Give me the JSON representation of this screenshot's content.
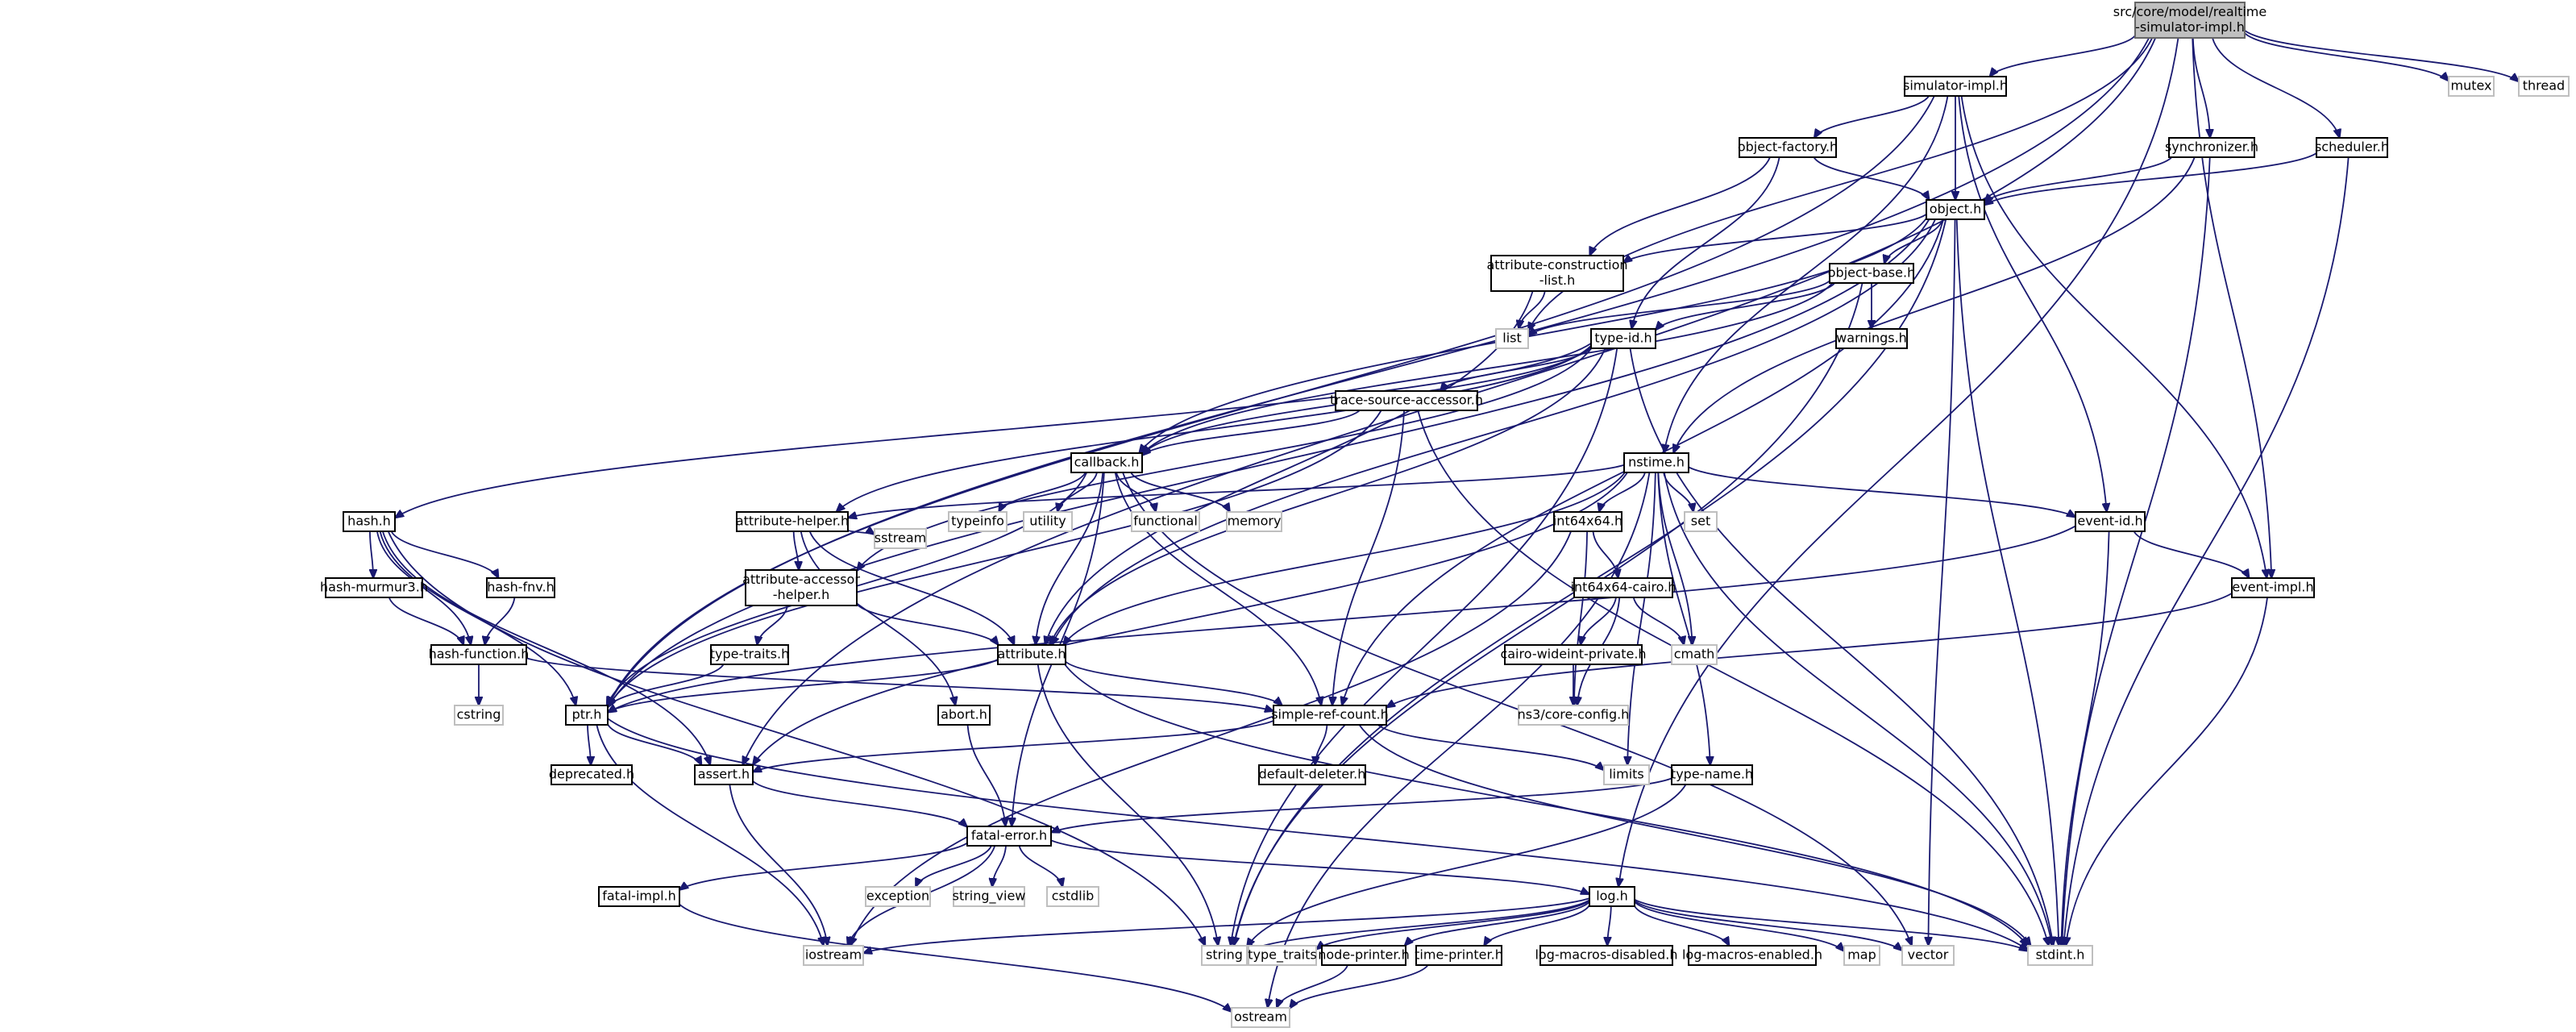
{
  "nodes": [
    {
      "id": "root",
      "lines": [
        "src/core/model/realtime",
        "-simulator-impl.h"
      ],
      "kind": "root"
    },
    {
      "id": "simimpl",
      "lines": [
        "simulator-impl.h"
      ],
      "kind": "local"
    },
    {
      "id": "synchronizer",
      "lines": [
        "synchronizer.h"
      ],
      "kind": "local"
    },
    {
      "id": "scheduler",
      "lines": [
        "scheduler.h"
      ],
      "kind": "local"
    },
    {
      "id": "mutex",
      "lines": [
        "mutex"
      ],
      "kind": "sys"
    },
    {
      "id": "thread",
      "lines": [
        "thread"
      ],
      "kind": "sys"
    },
    {
      "id": "objfactory",
      "lines": [
        "object-factory.h"
      ],
      "kind": "local"
    },
    {
      "id": "object",
      "lines": [
        "object.h"
      ],
      "kind": "local"
    },
    {
      "id": "attrconst",
      "lines": [
        "attribute-construction",
        "-list.h"
      ],
      "kind": "local"
    },
    {
      "id": "objbase",
      "lines": [
        "object-base.h"
      ],
      "kind": "local"
    },
    {
      "id": "list",
      "lines": [
        "list"
      ],
      "kind": "sys"
    },
    {
      "id": "warnings",
      "lines": [
        "warnings.h"
      ],
      "kind": "local"
    },
    {
      "id": "typeid",
      "lines": [
        "type-id.h"
      ],
      "kind": "local"
    },
    {
      "id": "trace",
      "lines": [
        "trace-source-accessor.h"
      ],
      "kind": "local"
    },
    {
      "id": "callback",
      "lines": [
        "callback.h"
      ],
      "kind": "local"
    },
    {
      "id": "nstime",
      "lines": [
        "nstime.h"
      ],
      "kind": "local"
    },
    {
      "id": "typeinfo",
      "lines": [
        "typeinfo"
      ],
      "kind": "sys"
    },
    {
      "id": "utility",
      "lines": [
        "utility"
      ],
      "kind": "sys"
    },
    {
      "id": "functional",
      "lines": [
        "functional"
      ],
      "kind": "sys"
    },
    {
      "id": "memory",
      "lines": [
        "memory"
      ],
      "kind": "sys"
    },
    {
      "id": "hash",
      "lines": [
        "hash.h"
      ],
      "kind": "local"
    },
    {
      "id": "attrhelper",
      "lines": [
        "attribute-helper.h"
      ],
      "kind": "local"
    },
    {
      "id": "sstream",
      "lines": [
        "sstream"
      ],
      "kind": "sys"
    },
    {
      "id": "int64",
      "lines": [
        "int64x64.h"
      ],
      "kind": "local"
    },
    {
      "id": "set",
      "lines": [
        "set"
      ],
      "kind": "sys"
    },
    {
      "id": "eventid",
      "lines": [
        "event-id.h"
      ],
      "kind": "local"
    },
    {
      "id": "eventimpl",
      "lines": [
        "event-impl.h"
      ],
      "kind": "local"
    },
    {
      "id": "murmur",
      "lines": [
        "hash-murmur3.h"
      ],
      "kind": "local"
    },
    {
      "id": "fnv",
      "lines": [
        "hash-fnv.h"
      ],
      "kind": "local"
    },
    {
      "id": "attraccessor",
      "lines": [
        "attribute-accessor",
        "-helper.h"
      ],
      "kind": "local"
    },
    {
      "id": "int64cairo",
      "lines": [
        "int64x64-cairo.h"
      ],
      "kind": "local"
    },
    {
      "id": "hashfunc",
      "lines": [
        "hash-function.h"
      ],
      "kind": "local"
    },
    {
      "id": "typetraitsh",
      "lines": [
        "type-traits.h"
      ],
      "kind": "local"
    },
    {
      "id": "attribute",
      "lines": [
        "attribute.h"
      ],
      "kind": "local"
    },
    {
      "id": "cairowide",
      "lines": [
        "cairo-wideint-private.h"
      ],
      "kind": "local"
    },
    {
      "id": "cmath",
      "lines": [
        "cmath"
      ],
      "kind": "sys"
    },
    {
      "id": "cstring",
      "lines": [
        "cstring"
      ],
      "kind": "sys"
    },
    {
      "id": "ptr",
      "lines": [
        "ptr.h"
      ],
      "kind": "local"
    },
    {
      "id": "abort",
      "lines": [
        "abort.h"
      ],
      "kind": "local"
    },
    {
      "id": "simplerefcount",
      "lines": [
        "simple-ref-count.h"
      ],
      "kind": "local"
    },
    {
      "id": "coreconfig",
      "lines": [
        "ns3/core-config.h"
      ],
      "kind": "sys"
    },
    {
      "id": "deprecated",
      "lines": [
        "deprecated.h"
      ],
      "kind": "local"
    },
    {
      "id": "assert",
      "lines": [
        "assert.h"
      ],
      "kind": "local"
    },
    {
      "id": "defdeleter",
      "lines": [
        "default-deleter.h"
      ],
      "kind": "local"
    },
    {
      "id": "limits",
      "lines": [
        "limits"
      ],
      "kind": "sys"
    },
    {
      "id": "typename",
      "lines": [
        "type-name.h"
      ],
      "kind": "local"
    },
    {
      "id": "fatalerror",
      "lines": [
        "fatal-error.h"
      ],
      "kind": "local"
    },
    {
      "id": "fatalimpl",
      "lines": [
        "fatal-impl.h"
      ],
      "kind": "local"
    },
    {
      "id": "exception",
      "lines": [
        "exception"
      ],
      "kind": "sys"
    },
    {
      "id": "stringview",
      "lines": [
        "string_view"
      ],
      "kind": "sys"
    },
    {
      "id": "cstdlib",
      "lines": [
        "cstdlib"
      ],
      "kind": "sys"
    },
    {
      "id": "log",
      "lines": [
        "log.h"
      ],
      "kind": "local"
    },
    {
      "id": "iostream",
      "lines": [
        "iostream"
      ],
      "kind": "sys"
    },
    {
      "id": "string",
      "lines": [
        "string"
      ],
      "kind": "sys"
    },
    {
      "id": "typetraits",
      "lines": [
        "type_traits"
      ],
      "kind": "sys"
    },
    {
      "id": "nodeprinter",
      "lines": [
        "node-printer.h"
      ],
      "kind": "local"
    },
    {
      "id": "timeprinter",
      "lines": [
        "time-printer.h"
      ],
      "kind": "local"
    },
    {
      "id": "logdisabled",
      "lines": [
        "log-macros-disabled.h"
      ],
      "kind": "local"
    },
    {
      "id": "logenabled",
      "lines": [
        "log-macros-enabled.h"
      ],
      "kind": "local"
    },
    {
      "id": "map",
      "lines": [
        "map"
      ],
      "kind": "sys"
    },
    {
      "id": "vector",
      "lines": [
        "vector"
      ],
      "kind": "sys"
    },
    {
      "id": "stdint",
      "lines": [
        "stdint.h"
      ],
      "kind": "sys"
    },
    {
      "id": "ostream",
      "lines": [
        "ostream"
      ],
      "kind": "sys"
    }
  ],
  "edges": [
    [
      "root",
      "simimpl"
    ],
    [
      "root",
      "synchronizer"
    ],
    [
      "root",
      "scheduler"
    ],
    [
      "root",
      "mutex"
    ],
    [
      "root",
      "thread"
    ],
    [
      "root",
      "list"
    ],
    [
      "root",
      "eventimpl"
    ],
    [
      "root",
      "log"
    ],
    [
      "root",
      "ptr"
    ],
    [
      "root",
      "assert"
    ],
    [
      "simimpl",
      "objfactory"
    ],
    [
      "simimpl",
      "object"
    ],
    [
      "simimpl",
      "nstime"
    ],
    [
      "simimpl",
      "eventid"
    ],
    [
      "simimpl",
      "eventimpl"
    ],
    [
      "simimpl",
      "ptr"
    ],
    [
      "synchronizer",
      "object"
    ],
    [
      "synchronizer",
      "nstime"
    ],
    [
      "synchronizer",
      "stdint"
    ],
    [
      "scheduler",
      "object"
    ],
    [
      "scheduler",
      "stdint"
    ],
    [
      "objfactory",
      "object"
    ],
    [
      "objfactory",
      "attrconst"
    ],
    [
      "objfactory",
      "typeid"
    ],
    [
      "object",
      "attrconst"
    ],
    [
      "object",
      "objbase"
    ],
    [
      "object",
      "attribute"
    ],
    [
      "object",
      "callback"
    ],
    [
      "object",
      "simplerefcount"
    ],
    [
      "object",
      "ptr"
    ],
    [
      "object",
      "vector"
    ],
    [
      "object",
      "stdint"
    ],
    [
      "object",
      "string"
    ],
    [
      "attrconst",
      "attribute"
    ],
    [
      "attrconst",
      "list"
    ],
    [
      "objbase",
      "list"
    ],
    [
      "objbase",
      "warnings"
    ],
    [
      "objbase",
      "typeid"
    ],
    [
      "objbase",
      "callback"
    ],
    [
      "objbase",
      "string"
    ],
    [
      "typeid",
      "trace"
    ],
    [
      "typeid",
      "callback"
    ],
    [
      "typeid",
      "attrhelper"
    ],
    [
      "typeid",
      "attraccessor"
    ],
    [
      "typeid",
      "attribute"
    ],
    [
      "typeid",
      "hash"
    ],
    [
      "typeid",
      "stdint"
    ],
    [
      "typeid",
      "string"
    ],
    [
      "trace",
      "callback"
    ],
    [
      "trace",
      "ptr"
    ],
    [
      "trace",
      "simplerefcount"
    ],
    [
      "trace",
      "stdint"
    ],
    [
      "callback",
      "typeinfo"
    ],
    [
      "callback",
      "utility"
    ],
    [
      "callback",
      "functional"
    ],
    [
      "callback",
      "memory"
    ],
    [
      "callback",
      "attribute"
    ],
    [
      "callback",
      "simplerefcount"
    ],
    [
      "callback",
      "ptr"
    ],
    [
      "callback",
      "fatalerror"
    ],
    [
      "callback",
      "vector"
    ],
    [
      "nstime",
      "attrhelper"
    ],
    [
      "nstime",
      "int64"
    ],
    [
      "nstime",
      "set"
    ],
    [
      "nstime",
      "eventid"
    ],
    [
      "nstime",
      "attribute"
    ],
    [
      "nstime",
      "assert"
    ],
    [
      "nstime",
      "cmath"
    ],
    [
      "nstime",
      "limits"
    ],
    [
      "nstime",
      "typename"
    ],
    [
      "nstime",
      "stdint"
    ],
    [
      "nstime",
      "ostream"
    ],
    [
      "hash",
      "murmur"
    ],
    [
      "hash",
      "fnv"
    ],
    [
      "hash",
      "hashfunc"
    ],
    [
      "hash",
      "ptr"
    ],
    [
      "hash",
      "assert"
    ],
    [
      "hash",
      "string"
    ],
    [
      "murmur",
      "hashfunc"
    ],
    [
      "fnv",
      "hashfunc"
    ],
    [
      "hashfunc",
      "cstring"
    ],
    [
      "hashfunc",
      "simplerefcount"
    ],
    [
      "attrhelper",
      "attraccessor"
    ],
    [
      "attrhelper",
      "sstream"
    ],
    [
      "attrhelper",
      "attribute"
    ],
    [
      "attrhelper",
      "abort"
    ],
    [
      "attraccessor",
      "typetraitsh"
    ],
    [
      "attraccessor",
      "attribute"
    ],
    [
      "typetraitsh",
      "ptr"
    ],
    [
      "int64",
      "int64cairo"
    ],
    [
      "int64",
      "coreconfig"
    ],
    [
      "int64",
      "iostream"
    ],
    [
      "int64cairo",
      "cairowide"
    ],
    [
      "int64cairo",
      "cmath"
    ],
    [
      "int64cairo",
      "coreconfig"
    ],
    [
      "cairowide",
      "coreconfig"
    ],
    [
      "eventid",
      "eventimpl"
    ],
    [
      "eventid",
      "ptr"
    ],
    [
      "eventid",
      "stdint"
    ],
    [
      "eventimpl",
      "simplerefcount"
    ],
    [
      "eventimpl",
      "stdint"
    ],
    [
      "attribute",
      "ptr"
    ],
    [
      "attribute",
      "simplerefcount"
    ],
    [
      "attribute",
      "string"
    ],
    [
      "attribute",
      "stdint"
    ],
    [
      "ptr",
      "deprecated"
    ],
    [
      "ptr",
      "assert"
    ],
    [
      "ptr",
      "iostream"
    ],
    [
      "ptr",
      "stdint"
    ],
    [
      "abort",
      "fatalerror"
    ],
    [
      "simplerefcount",
      "defdeleter"
    ],
    [
      "simplerefcount",
      "assert"
    ],
    [
      "simplerefcount",
      "limits"
    ],
    [
      "simplerefcount",
      "stdint"
    ],
    [
      "assert",
      "fatalerror"
    ],
    [
      "assert",
      "iostream"
    ],
    [
      "typename",
      "fatalerror"
    ],
    [
      "typename",
      "string"
    ],
    [
      "fatalerror",
      "fatalimpl"
    ],
    [
      "fatalerror",
      "exception"
    ],
    [
      "fatalerror",
      "stringview"
    ],
    [
      "fatalerror",
      "cstdlib"
    ],
    [
      "fatalerror",
      "iostream"
    ],
    [
      "fatalerror",
      "log"
    ],
    [
      "fatalimpl",
      "ostream"
    ],
    [
      "log",
      "iostream"
    ],
    [
      "log",
      "string"
    ],
    [
      "log",
      "typetraits"
    ],
    [
      "log",
      "nodeprinter"
    ],
    [
      "log",
      "timeprinter"
    ],
    [
      "log",
      "logdisabled"
    ],
    [
      "log",
      "logenabled"
    ],
    [
      "log",
      "map"
    ],
    [
      "log",
      "vector"
    ],
    [
      "log",
      "stdint"
    ],
    [
      "nodeprinter",
      "ostream"
    ],
    [
      "timeprinter",
      "ostream"
    ]
  ]
}
